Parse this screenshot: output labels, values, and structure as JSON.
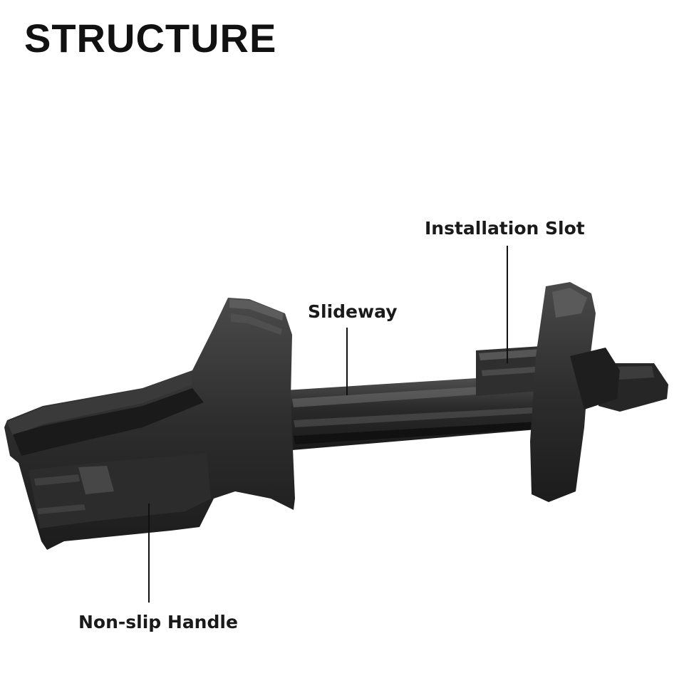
{
  "title": "STRUCTURE",
  "labels": {
    "installation_slot": "Installation Slot",
    "slideway": "Slideway",
    "non_slip_handle": "Non-slip Handle"
  },
  "colors": {
    "background": "#ffffff",
    "text": "#111111",
    "product_body": "#2b2b2b",
    "product_highlight": "#4a4a4a",
    "leader_line": "#111111"
  }
}
